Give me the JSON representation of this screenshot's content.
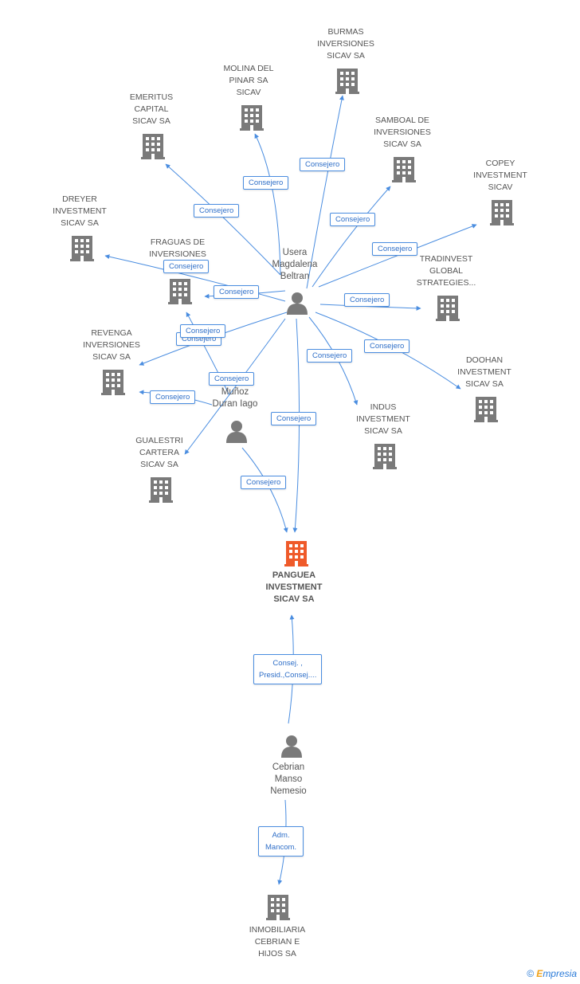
{
  "companies": {
    "burmas": "BURMAS\nINVERSIONES\nSICAV SA",
    "molina": "MOLINA DEL\nPINAR SA\nSICAV",
    "emeritus": "EMERITUS\nCAPITAL\nSICAV SA",
    "samboal": "SAMBOAL DE\nINVERSIONES\nSICAV SA",
    "copey": "COPEY\nINVESTMENT\nSICAV",
    "dreyer": "DREYER\nINVESTMENT\nSICAV SA",
    "fraguas": "FRAGUAS DE\nINVERSIONES\nS...",
    "tradinvest": "TRADINVEST\nGLOBAL\nSTRATEGIES...",
    "revenga": "REVENGA\nINVERSIONES\nSICAV SA",
    "doohan": "DOOHAN\nINVESTMENT\nSICAV SA",
    "indus": "INDUS\nINVESTMENT\nSICAV SA",
    "gualestri": "GUALESTRI\nCARTERA\nSICAV SA",
    "panguea": "PANGUEA\nINVESTMENT\nSICAV SA",
    "inmobiliaria": "INMOBILIARIA\nCEBRIAN E\nHIJOS SA"
  },
  "persons": {
    "usera": "Usera\nMagdalena\nBeltran",
    "munoz": "Muñoz\nDuran Iago",
    "cebrian": "Cebrian\nManso\nNemesio"
  },
  "edges": {
    "consejero": "Consejero",
    "consej_presid": "Consej. ,\nPresid.,Consej....",
    "adm_mancom": "Adm.\nMancom."
  },
  "brand": {
    "symbol": "©",
    "initial": "E",
    "rest": "mpresia"
  },
  "colors": {
    "edge": "#4a8de0",
    "building": "#7a7a7a",
    "main_building": "#ef5a2a",
    "person": "#7a7a7a"
  }
}
